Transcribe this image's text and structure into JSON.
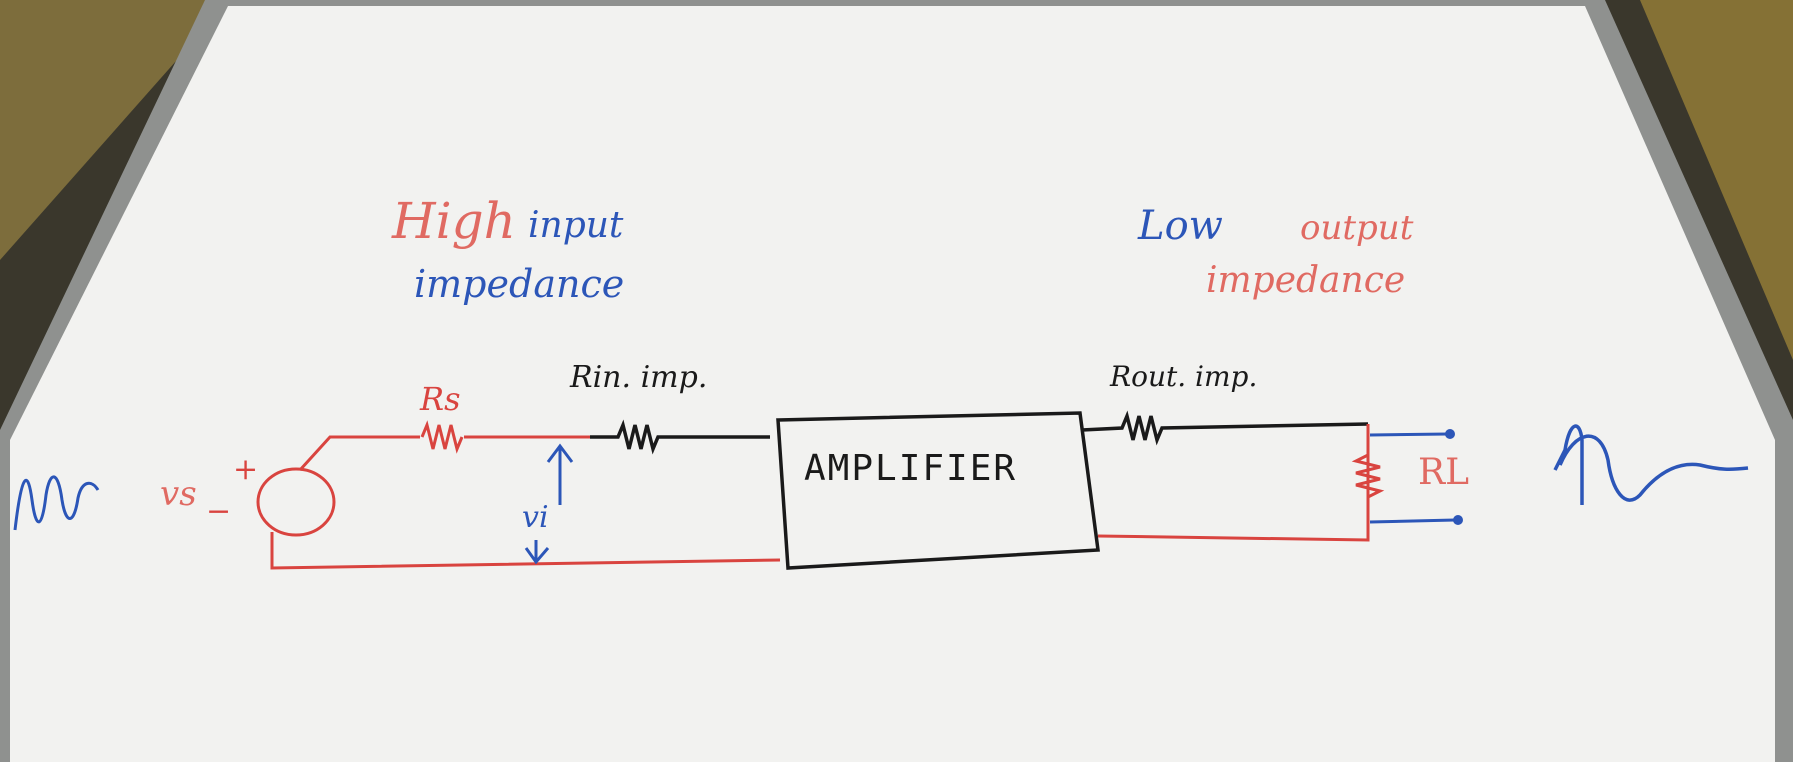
{
  "labels": {
    "high": "High",
    "input": "input",
    "input_impedance": "impedance",
    "low": "Low",
    "output": "output",
    "output_impedance": "impedance",
    "rs": "Rs",
    "rin": "Rin. imp.",
    "rout": "Rout. imp.",
    "vs": "vs",
    "plus": "+",
    "minus": "−",
    "vi": "vi",
    "amplifier": "AMPLIFIER",
    "rl": "RL"
  },
  "colors": {
    "red": "#d9443f",
    "pink": "#e06a62",
    "blue": "#2c56b8",
    "black": "#1a1a1a",
    "paper": "#f2f2f0"
  }
}
